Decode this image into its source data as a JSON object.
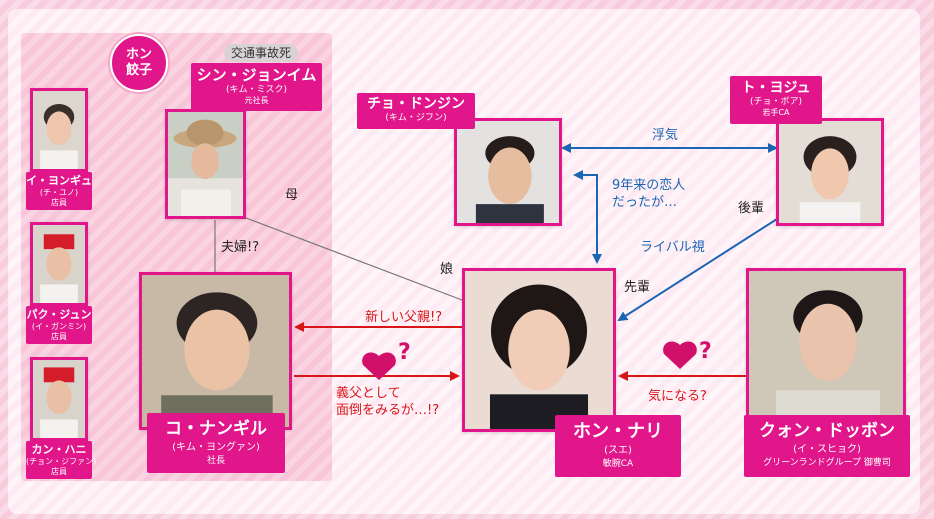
{
  "group_badge": {
    "line1": "ホン",
    "line2": "餃子"
  },
  "death_note": "交通事故死",
  "people": {
    "shin": {
      "name": "シン・ジョンイム",
      "reading": "(キム・ミスク)",
      "role": "元社長"
    },
    "lee": {
      "name": "イ・ヨンギュ",
      "reading": "(チ・ユノ)",
      "role": "店員"
    },
    "park": {
      "name": "パク・ジュン",
      "reading": "(イ・ガンミン)",
      "role": "店員"
    },
    "kang": {
      "name": "カン・ハニ",
      "reading": "(チョン・ジファン)",
      "role": "店員"
    },
    "ko": {
      "name": "コ・ナンギル",
      "reading": "(キム・ヨングァン)",
      "role": "社長"
    },
    "cho": {
      "name": "チョ・ドンジン",
      "reading": "(キム・ジフン)",
      "role": ""
    },
    "to": {
      "name": "ト・ヨジュ",
      "reading": "(チョ・ボア)",
      "role": "若手CA"
    },
    "hong": {
      "name": "ホン・ナリ",
      "reading": "(スエ)",
      "role": "敏腕CA"
    },
    "kwon": {
      "name": "クォン・ドッボン",
      "reading": "(イ・スヒョク)",
      "role": "グリーンランドグループ 御曹司"
    }
  },
  "relations": {
    "mother": "母",
    "daughter": "娘",
    "couple": "夫婦!?",
    "affair": "浮気",
    "ex_lover_1": "9年来の恋人",
    "ex_lover_2": "だったが…",
    "rival": "ライバル視",
    "junior": "後輩",
    "senior": "先輩",
    "new_father": "新しい父親!?",
    "stepfather_1": "義父として",
    "stepfather_2": "面倒をみるが…!?",
    "curious": "気になる?",
    "heart_q": "?"
  },
  "colors": {
    "magenta": "#e0168a",
    "blue": "#1c64b4",
    "red": "#d8161a",
    "grey_line": "#777777"
  }
}
